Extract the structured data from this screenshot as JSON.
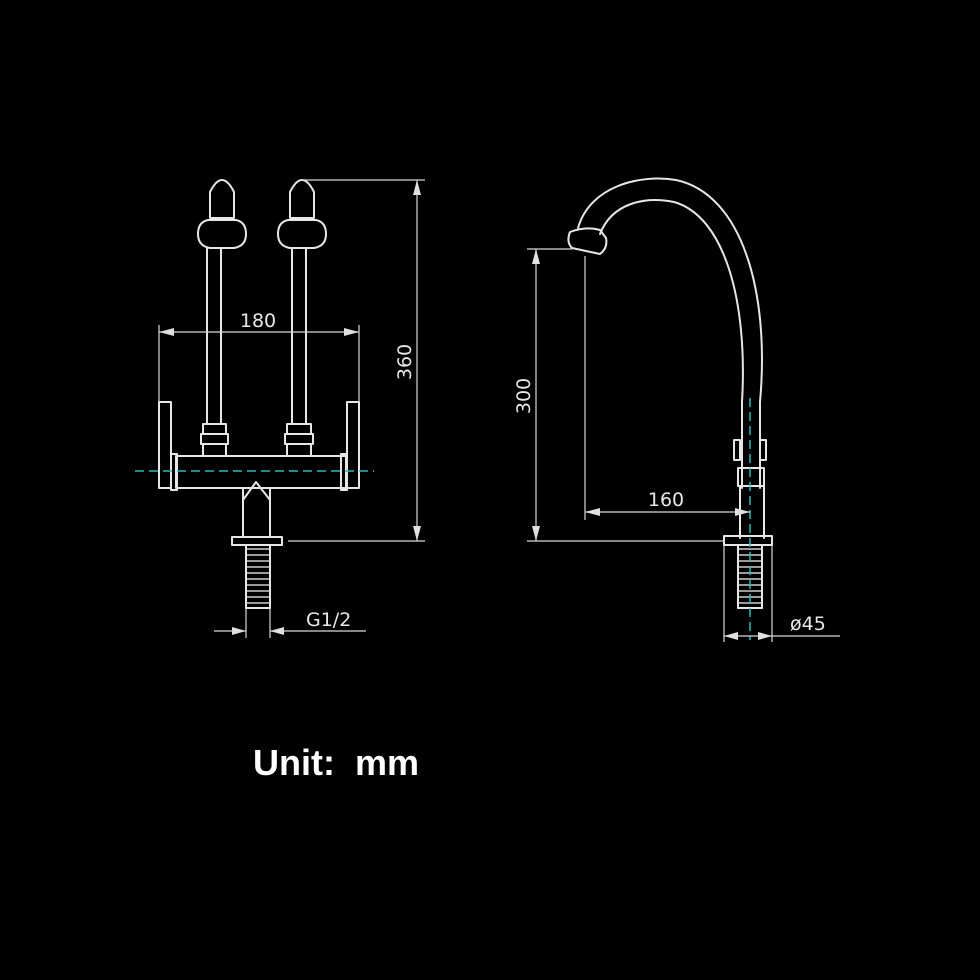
{
  "diagram": {
    "dimensions": {
      "handle_spacing": "180",
      "total_height": "360",
      "thread": "G1/2",
      "spout_height": "300",
      "spout_reach": "160",
      "base_diameter": "ø45"
    },
    "unit_label": "Unit:  mm",
    "colors": {
      "background": "#000000",
      "line": "#e6e6e6",
      "centerline": "#2fb8b8"
    }
  }
}
